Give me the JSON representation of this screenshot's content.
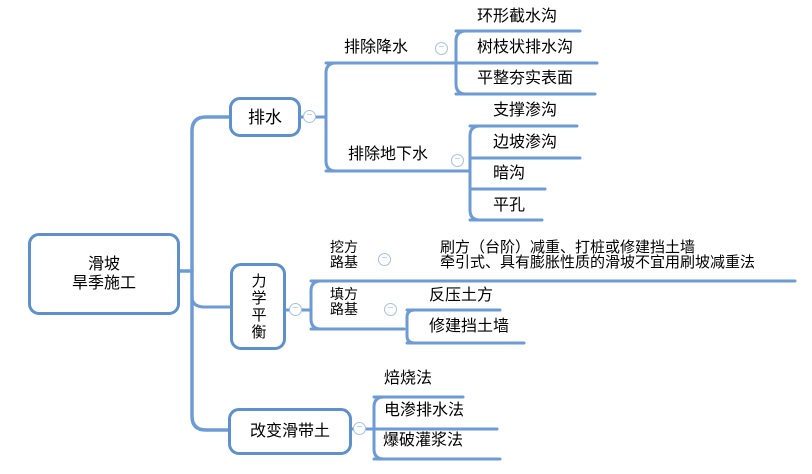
{
  "colors": {
    "branch_line": "#6D9BD6",
    "box_border": "#5E90CE",
    "toggle_border": "#A5C0E4",
    "text": "#000000",
    "background": "#FFFFFF"
  },
  "toggle_glyph": "−",
  "nodes": {
    "root": {
      "lines": [
        "滑坡",
        "旱季施工"
      ]
    },
    "drainage": {
      "label": "排水"
    },
    "remove_precipitation": {
      "label": "排除降水"
    },
    "ring_intercepting_ditch": {
      "label": "环形截水沟"
    },
    "branch_drain_ditch": {
      "label": "树枝状排水沟"
    },
    "flatten_compact_surface": {
      "label": "平整夯实表面"
    },
    "remove_groundwater": {
      "label": "排除地下水"
    },
    "support_seepage_ditch": {
      "label": "支撑渗沟"
    },
    "slope_seepage_ditch": {
      "label": "边坡渗沟"
    },
    "blind_ditch": {
      "label": "暗沟"
    },
    "horizontal_hole": {
      "label": "平孔"
    },
    "mechanical_balance": {
      "label": "力学平衡"
    },
    "cut_subgrade": {
      "lines": [
        "挖方",
        "路基"
      ]
    },
    "cut_methods": {
      "lines": [
        "刷方（台阶）减重、打桩或修建挡土墙",
        "牵引式、具有膨胀性质的滑坡不宜用刷坡减重法"
      ]
    },
    "fill_subgrade": {
      "lines": [
        "填方",
        "路基"
      ]
    },
    "counter_pressure_earth": {
      "label": "反压土方"
    },
    "build_retaining_wall": {
      "label": "修建挡土墙"
    },
    "change_slip_zone_soil": {
      "label": "改变滑带土"
    },
    "roasting_method": {
      "label": "焙烧法"
    },
    "electroosmosis_drainage": {
      "label": "电渗排水法"
    },
    "blast_grouting_method": {
      "label": "爆破灌浆法"
    }
  }
}
